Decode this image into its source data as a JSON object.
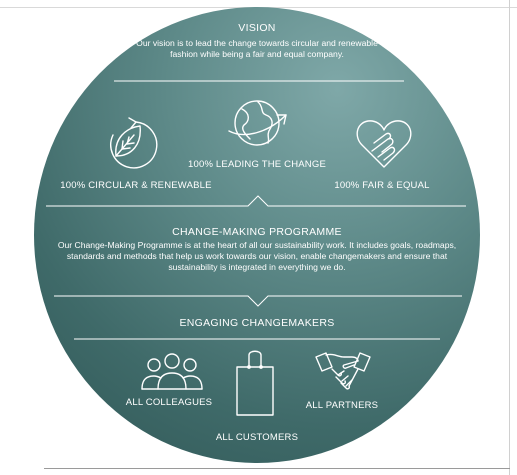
{
  "vision": {
    "title": "VISION",
    "body": "Our vision is to lead the change towards circular and renewable fashion while being a fair and equal company."
  },
  "pillars": {
    "leading": "100% LEADING THE CHANGE",
    "circular": "100% CIRCULAR & RENEWABLE",
    "fair": "100% FAIR & EQUAL"
  },
  "programme": {
    "title": "CHANGE-MAKING PROGRAMME",
    "body": "Our Change-Making Programme is at the heart of all our sustainability work. It includes goals, roadmaps, standards and methods that help us work towards our vision, enable changemakers and ensure that sustainability is integrated in everything we do."
  },
  "changemakers": {
    "title": "ENGAGING CHANGEMAKERS",
    "colleagues": "ALL COLLEAGUES",
    "partners": "ALL PARTNERS",
    "customers": "ALL CUSTOMERS"
  },
  "icons": [
    "leaf-recycle-icon",
    "globe-icon",
    "heart-hands-icon",
    "people-group-icon",
    "shopping-bag-icon",
    "handshake-icon"
  ],
  "colors": {
    "circle": "#4f7b7a",
    "text": "#ffffff"
  }
}
